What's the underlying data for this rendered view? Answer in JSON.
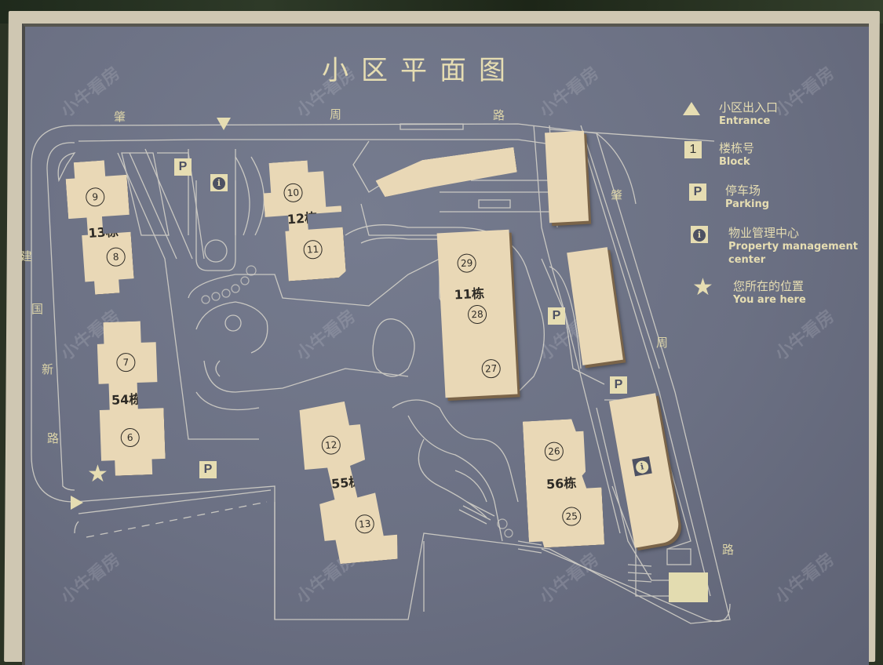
{
  "title": "小区平面图",
  "roads": {
    "north": [
      "肇",
      "周",
      "路"
    ],
    "west": [
      "建",
      "国",
      "新",
      "路"
    ],
    "east": [
      "肇",
      "周",
      "路"
    ]
  },
  "legend": {
    "items": [
      {
        "icon": "entrance-triangle-icon",
        "cn": "小区出入口",
        "en": "Entrance"
      },
      {
        "icon": "block-number-icon",
        "symbol": "1",
        "cn": "楼栋号",
        "en": "Block"
      },
      {
        "icon": "parking-icon",
        "symbol": "P",
        "cn": "停车场",
        "en": "Parking"
      },
      {
        "icon": "info-icon",
        "symbol": "i",
        "cn": "物业管理中心",
        "en": "Property management center"
      },
      {
        "icon": "star-icon",
        "cn": "您所在的位置",
        "en": "You are here"
      }
    ]
  },
  "buildings": [
    {
      "name": "13栋",
      "units": [
        "9",
        "8"
      ]
    },
    {
      "name": "12栋",
      "units": [
        "10",
        "11"
      ]
    },
    {
      "name": "11栋",
      "units": [
        "29",
        "28",
        "27"
      ]
    },
    {
      "name": "54栋",
      "units": [
        "7",
        "6"
      ]
    },
    {
      "name": "55栋",
      "units": [
        "12",
        "13"
      ]
    },
    {
      "name": "56栋",
      "units": [
        "26",
        "25"
      ]
    }
  ],
  "symbols": {
    "parking": "P",
    "info": "i",
    "star": "★"
  },
  "watermark": "小牛看房",
  "colors": {
    "board": "#6c7184",
    "ink": "#e6ddb2",
    "building": "#e9d8b6",
    "frame": "#cfc7b2"
  }
}
